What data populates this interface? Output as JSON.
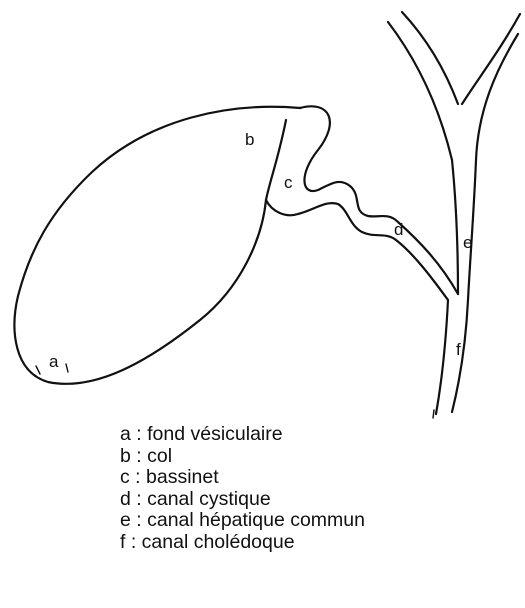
{
  "diagram": {
    "labels": {
      "a": "a",
      "b": "b",
      "c": "c",
      "d": "d",
      "e": "e",
      "f": "f"
    },
    "legend": [
      "a : fond vésiculaire",
      "b : col",
      "c : bassinet",
      "d : canal cystique",
      "e : canal hépatique commun",
      "f : canal cholédoque"
    ]
  }
}
